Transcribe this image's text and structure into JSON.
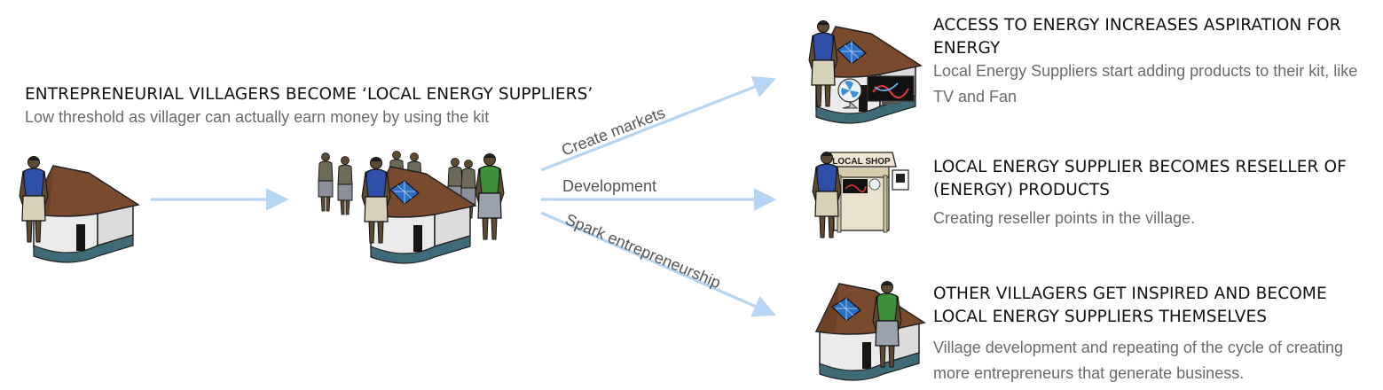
{
  "intro": {
    "title": "ENTREPRENEURIAL VILLAGERS BECOME ‘LOCAL ENERGY SUPPLIERS’",
    "subtitle": "Low threshold as villager can actually earn money by using the kit"
  },
  "arrows": {
    "top_label": "Create markets",
    "middle_label": "Development",
    "bottom_label": "Spark entrepreneurship"
  },
  "outcomes": [
    {
      "title": "ACCESS TO ENERGY INCREASES ASPIRATION FOR ENERGY",
      "description": "Local Energy Suppliers start adding products to their kit, like TV and Fan"
    },
    {
      "title": "LOCAL ENERGY SUPPLIER BECOMES RESELLER OF (ENERGY) PRODUCTS",
      "description": "Creating reseller points in the village."
    },
    {
      "title": "OTHER VILLAGERS GET INSPIRED AND BECOME LOCAL ENERGY SUPPLIERS THEMSELVES",
      "description": "Village development and repeating of the cycle of creating more entrepreneurs that generate business."
    }
  ],
  "shop_sign": "LOCAL SHOP",
  "colors": {
    "arrow": "#b6d5f0",
    "roof": "#7a4a2e",
    "wall": "#ebebeb",
    "base": "#3f6b78",
    "shirt_blue": "#2f4fa8",
    "shirt_green": "#3f8f3a",
    "skin": "#5e4a32",
    "lungi": "#d7d1b8"
  }
}
